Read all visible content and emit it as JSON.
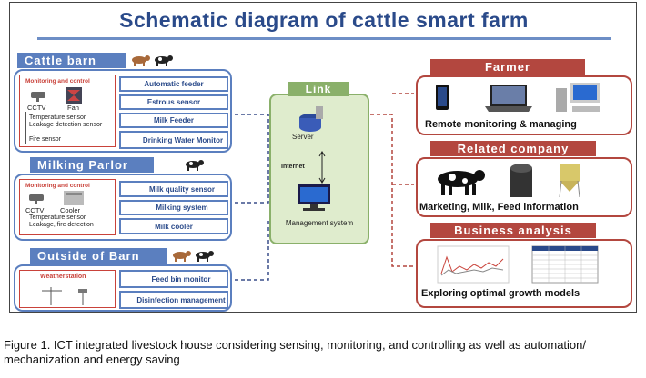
{
  "title": "Schematic diagram of cattle smart farm",
  "sections": {
    "cattle_barn": {
      "header": "Cattle barn",
      "monitor_label": "Monitoring and control",
      "cctv": "CCTV",
      "fan": "Fan",
      "sensors": [
        "Temperature sensor",
        "Leakage detection sensor",
        "Fire sensor"
      ],
      "boxes": [
        "Automatic feeder",
        "Estrous sensor",
        "Milk Feeder",
        "Drinking Water Monitor"
      ]
    },
    "milking_parlor": {
      "header": "Milking Parlor",
      "monitor_label": "Monitoring and control",
      "cctv": "CCTV",
      "cooler": "Cooler",
      "sensors": [
        "Temperature sensor",
        "Leakage, fire detection"
      ],
      "boxes": [
        "Milk quality sensor",
        "Milking system",
        "Milk cooler"
      ]
    },
    "outside_barn": {
      "header": "Outside of Barn",
      "monitor_label": "Weatherstation",
      "boxes": [
        "Feed bin monitor",
        "Disinfection management"
      ]
    }
  },
  "link": {
    "header": "Link",
    "server": "Server",
    "internet": "Internet",
    "management": "Management system"
  },
  "right": {
    "farmer": {
      "header": "Farmer",
      "caption": "Remote monitoring & managing"
    },
    "company": {
      "header": "Related company",
      "caption": "Marketing, Milk, Feed information"
    },
    "business": {
      "header": "Business analysis",
      "caption": "Exploring optimal growth models"
    }
  },
  "figure_caption": "Figure 1. ICT integrated livestock house considering sensing, monitoring, and controlling as well as automation/ mechanization and energy saving",
  "colors": {
    "blue": "#5b7fbf",
    "red": "#b3473f",
    "green": "#8ab06a",
    "title": "#2a4a8a"
  }
}
